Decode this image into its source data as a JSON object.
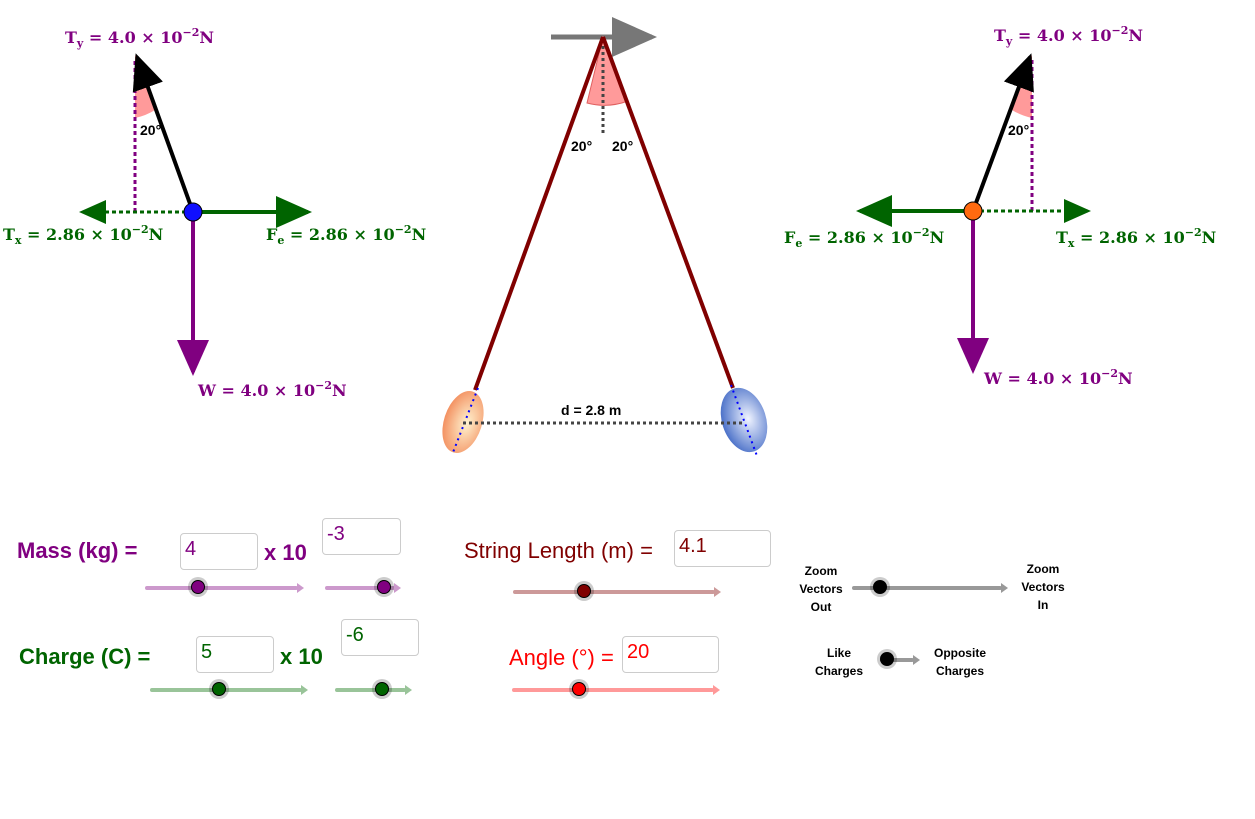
{
  "diagram": {
    "angle_left": "20°",
    "angle_right": "20°",
    "distance_label": "d = 2.8 m",
    "left_fbd": {
      "angle": "20°",
      "ty": {
        "sym": "T",
        "sub": "y",
        "val": " = 4.0 × 10",
        "exp": "−2",
        "unit": "N"
      },
      "tx": {
        "sym": "T",
        "sub": "x",
        "val": " = 2.86 × 10",
        "exp": "−2",
        "unit": "N"
      },
      "fe": {
        "sym": "F",
        "sub": "e",
        "val": " = 2.86 × 10",
        "exp": "−2",
        "unit": "N"
      },
      "w": {
        "sym": "W",
        "val": " = 4.0 × 10",
        "exp": "−2",
        "unit": "N"
      }
    },
    "right_fbd": {
      "angle": "20°",
      "ty": {
        "sym": "T",
        "sub": "y",
        "val": " = 4.0 × 10",
        "exp": "−2",
        "unit": "N"
      },
      "tx": {
        "sym": "T",
        "sub": "x",
        "val": " = 2.86 × 10",
        "exp": "−2",
        "unit": "N"
      },
      "fe": {
        "sym": "F",
        "sub": "e",
        "val": " = 2.86 × 10",
        "exp": "−2",
        "unit": "N"
      },
      "w": {
        "sym": "W",
        "val": " = 4.0 × 10",
        "exp": "−2",
        "unit": "N"
      }
    }
  },
  "controls": {
    "mass": {
      "label": "Mass (kg)  =",
      "value": "4",
      "times": "x 10",
      "exponent": "-3",
      "slider": 0.25,
      "exp_slider": 0.8
    },
    "charge": {
      "label": "Charge (C)  =",
      "value": "5",
      "times": "x  10",
      "exponent": "-6",
      "slider": 0.45,
      "exp_slider": 0.6
    },
    "string_length": {
      "label": "String Length (m) =",
      "value": "4.1",
      "slider": 0.35
    },
    "angle": {
      "label": "Angle (°) =",
      "value": "20",
      "slider": 0.33
    },
    "zoom": {
      "left": [
        "Zoom",
        "Vectors",
        "Out"
      ],
      "right": [
        "Zoom",
        "Vectors",
        "In"
      ],
      "slider": 0.18
    },
    "charges": {
      "left": [
        "Like",
        "Charges"
      ],
      "right": [
        "Opposite",
        "Charges"
      ],
      "slider": 0.0
    }
  },
  "colors": {
    "purple": "#800080",
    "green": "#006400",
    "darkred": "#800000",
    "red": "#ff0000"
  }
}
